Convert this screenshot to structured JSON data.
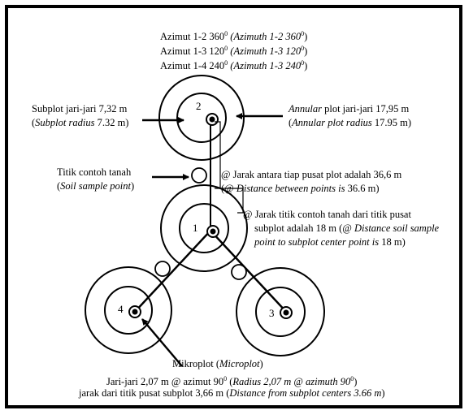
{
  "azimuth": {
    "line1_id": "Azimut 1-2 360",
    "line1_en": "(Azimuth 1-2 360",
    "line2_id": "Azimut 1-3 120",
    "line2_en": "(Azimuth 1-3 120",
    "line3_id": "Azimut 1-4 240",
    "line3_en": "(Azimuth 1-3 240",
    "deg": "0",
    "close": ")"
  },
  "subplot_label": {
    "id": "Subplot  jari-jari 7,32 m",
    "en_open": "(",
    "en_italic": "Subplot radius",
    "en_rest": " 7.32 m)"
  },
  "annular_label": {
    "line1_italic": "Annular",
    "line1_rest": " plot jari-jari 17,95 m",
    "line2_open": "(",
    "line2_italic": "Annular plot radius",
    "line2_rest": " 17.95 m)"
  },
  "soil_label": {
    "id": "Titik contoh tanah",
    "en_open": "(",
    "en_italic": "Soil sample point",
    "en_close": ")"
  },
  "distance_label": {
    "line1": "@ Jarak antara tiap pusat plot adalah 36,6 m",
    "line2_open": "(@ ",
    "line2_italic": "Distance between points is",
    "line2_rest": " 36.6 m)"
  },
  "soil_distance_label": {
    "line1": "@ Jarak titik contoh tanah dari titik pusat",
    "line2_a": "subplot adalah 18 m (@ ",
    "line2_italic": "Distance soil sample",
    "line3_italic": "point to subplot center point is",
    "line3_rest": " 18 m)"
  },
  "microplot_label": {
    "line1_id": "Mikroplot  (",
    "line1_italic": "Microplot",
    "line1_close": ")",
    "line2_a": "Jari-jari 2,07 m @ azimut  90",
    "line2_deg": "0",
    "line2_open": " (",
    "line2_italic": "Radius 2,07 m @ azimuth 90",
    "line2_close": ")",
    "line3_a": "jarak dari titik pusat subplot 3,66 m (",
    "line3_italic": "Distance from subplot centers 3.66 m",
    "line3_close": ")"
  },
  "subplots": [
    {
      "number": "1"
    },
    {
      "number": "2"
    },
    {
      "number": "3"
    },
    {
      "number": "4"
    }
  ]
}
